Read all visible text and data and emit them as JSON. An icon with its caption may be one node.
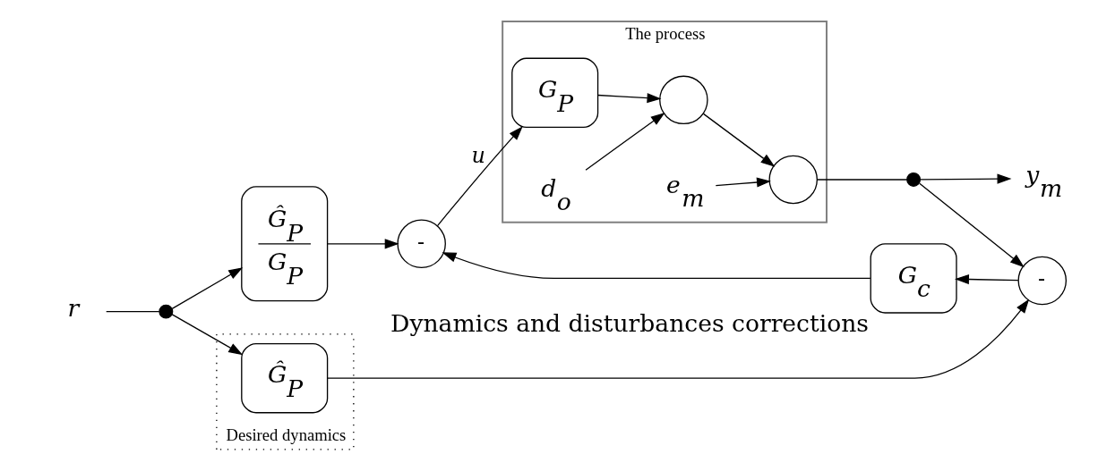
{
  "diagram": {
    "nodes": [
      {
        "text": [
          "r"
        ]
      },
      {
        "text": [],
        "shape": "circle"
      },
      {
        "text": [
          "Ĝ$_{P}$",
          "G$_{P}$"
        ]
      },
      {
        "text": [
          "-"
        ]
      },
      {
        "text": [
          "The process"
        ]
      },
      {
        "text": [
          "G$_{P}$"
        ],
        "in": 4
      },
      {
        "text": [
          "d$_{o}$"
        ],
        "in": 4
      },
      {
        "text": [],
        "shape": "circle",
        "in": 4
      },
      {
        "text": [
          "e$_{m}$"
        ],
        "in": 4
      },
      {
        "text": [],
        "shape": "circle",
        "in": 4
      },
      {
        "text": [],
        "shape": "circle"
      },
      {
        "text": [
          "y$_{m}$"
        ]
      },
      {
        "text": [
          "-"
        ]
      },
      {
        "text": [
          "G$_{c}$"
        ],
        "beside": [
          "Dynamics and disturbances corrections"
        ]
      },
      {
        "text": [
          "Desired dynamics"
        ]
      },
      {
        "text": [
          "Ĝ$_{P}$"
        ],
        "in": 14
      }
    ],
    "edges": [
      {
        "from": 0,
        "to": 1,
        "arrow": "none"
      },
      {
        "from": 1,
        "to": 2,
        "arrow": "to"
      },
      {
        "from": 2,
        "to": 3,
        "arrow": "to"
      },
      {
        "from": 3,
        "to": 5,
        "arrow": "to",
        "label": "u"
      },
      {
        "from": 5,
        "to": 7,
        "arrow": "to"
      },
      {
        "from": 6,
        "to": 7,
        "arrow": "to"
      },
      {
        "from": 7,
        "to": 9,
        "arrow": "to"
      },
      {
        "from": 8,
        "to": 9,
        "arrow": "to"
      },
      {
        "from": 9,
        "to": 10,
        "arrow": "none"
      },
      {
        "from": 10,
        "to": 11,
        "arrow": "to"
      },
      {
        "from": 10,
        "to": 12,
        "arrow": "to"
      },
      {
        "from": 12,
        "to": 13,
        "arrow": "to"
      },
      {
        "from": 13,
        "to": 3,
        "arrow": "to"
      },
      {
        "from": 1,
        "to": 15,
        "arrow": "to"
      },
      {
        "from": 15,
        "to": 12,
        "arrow": "to"
      }
    ]
  }
}
